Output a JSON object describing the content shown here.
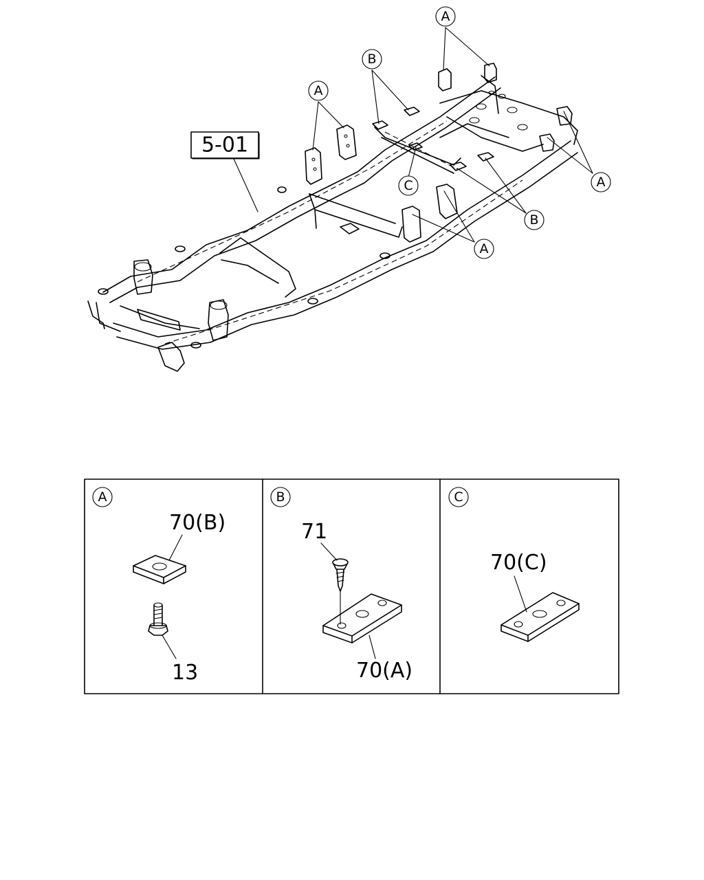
{
  "diagram": {
    "ref_label": "5-01",
    "callouts": {
      "a": "A",
      "b": "B",
      "c": "C"
    }
  },
  "detail_panels": [
    {
      "letter": "A",
      "labels": [
        "70(B)",
        "13"
      ]
    },
    {
      "letter": "B",
      "labels": [
        "71",
        "70(A)"
      ]
    },
    {
      "letter": "C",
      "labels": [
        "70(C)"
      ]
    }
  ]
}
